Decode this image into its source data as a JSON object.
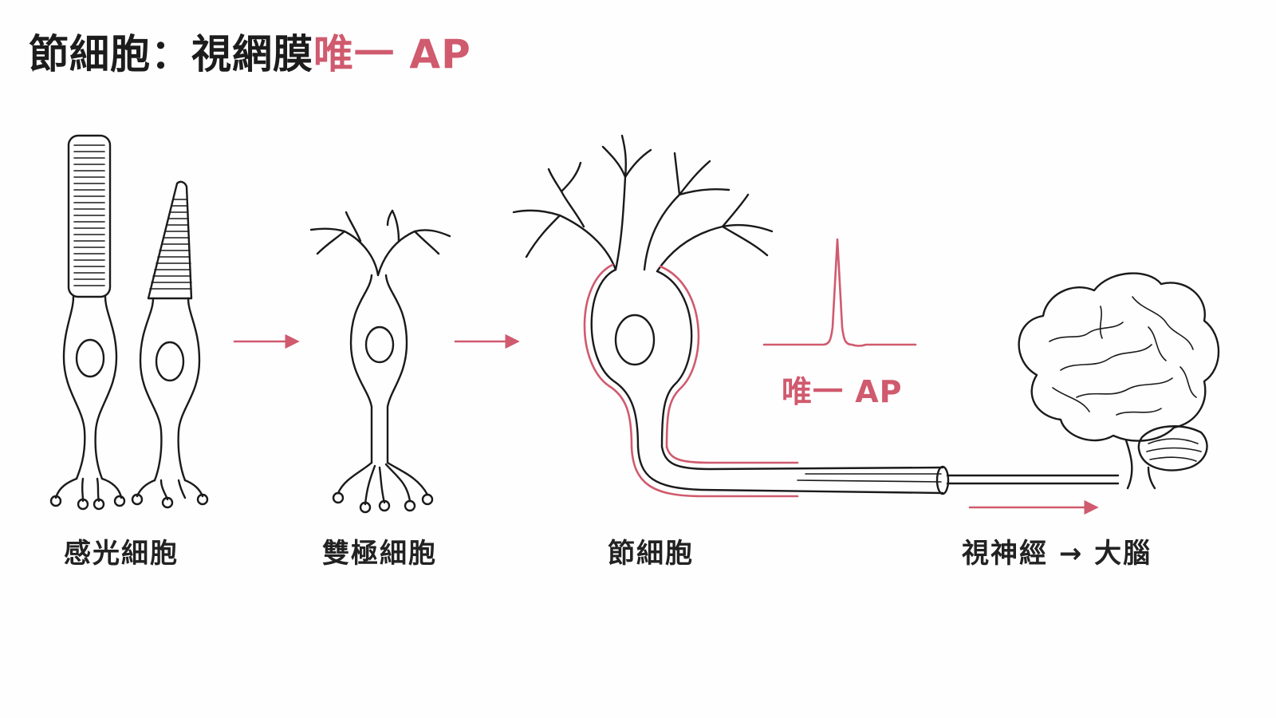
{
  "title": {
    "main": "節細胞：視網膜",
    "accent": "唯一 AP"
  },
  "labels": {
    "photoreceptor": "感光細胞",
    "bipolar": "雙極細胞",
    "ganglion": "節細胞",
    "optic": "視神經 → 大腦"
  },
  "ap_label": "唯一 AP",
  "colors": {
    "accent": "#d05a6e",
    "ink": "#1a1a1a",
    "background": "#fefefe"
  }
}
